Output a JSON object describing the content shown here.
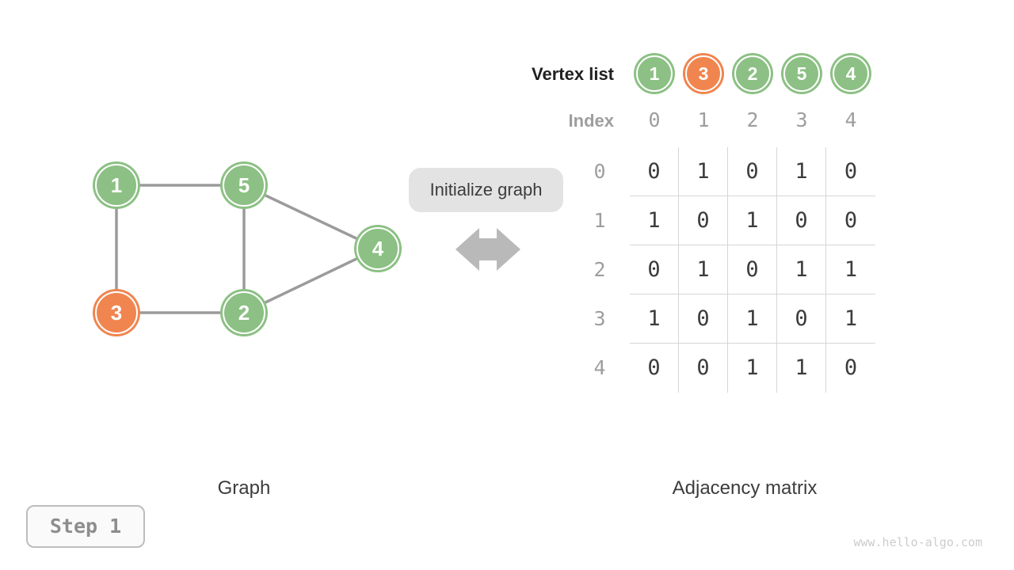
{
  "site": {
    "watermark": "www.hello-algo.com"
  },
  "step_badge": {
    "label": "Step 1"
  },
  "action": {
    "label": "Initialize graph",
    "icon": "left-right-arrow"
  },
  "colors": {
    "node_green": "#8cc084",
    "node_orange": "#f0854f",
    "edge_gray": "#9b9b9b",
    "arrow_gray": "#b9b9b9",
    "label_gray": "#9e9e9e",
    "grid_line": "#d6d6d6"
  },
  "graph": {
    "caption": "Graph",
    "nodes": [
      {
        "label": "1",
        "color": "green"
      },
      {
        "label": "5",
        "color": "green"
      },
      {
        "label": "4",
        "color": "green"
      },
      {
        "label": "3",
        "color": "orange"
      },
      {
        "label": "2",
        "color": "green"
      }
    ],
    "edges": [
      [
        "1",
        "5"
      ],
      [
        "1",
        "3"
      ],
      [
        "5",
        "2"
      ],
      [
        "3",
        "2"
      ],
      [
        "5",
        "4"
      ],
      [
        "2",
        "4"
      ]
    ]
  },
  "matrix": {
    "caption": "Adjacency matrix",
    "vertex_list_label": "Vertex list",
    "index_label": "Index",
    "vertices": [
      {
        "label": "1",
        "color": "green"
      },
      {
        "label": "3",
        "color": "orange"
      },
      {
        "label": "2",
        "color": "green"
      },
      {
        "label": "5",
        "color": "green"
      },
      {
        "label": "4",
        "color": "green"
      }
    ],
    "indices": [
      "0",
      "1",
      "2",
      "3",
      "4"
    ],
    "row_labels": [
      "0",
      "1",
      "2",
      "3",
      "4"
    ],
    "rows": [
      [
        0,
        1,
        0,
        1,
        0
      ],
      [
        1,
        0,
        1,
        0,
        0
      ],
      [
        0,
        1,
        0,
        1,
        1
      ],
      [
        1,
        0,
        1,
        0,
        1
      ],
      [
        0,
        0,
        1,
        1,
        0
      ]
    ]
  }
}
